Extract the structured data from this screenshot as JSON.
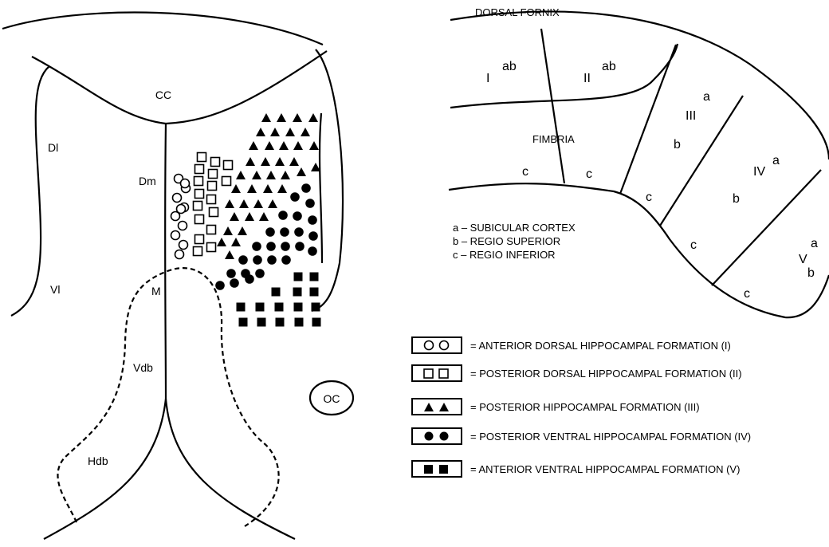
{
  "septum": {
    "labels": {
      "cc": "CC",
      "dl": "Dl",
      "dm": "Dm",
      "vl": "Vl",
      "m": "M",
      "vdb": "Vdb",
      "hdb": "Hdb",
      "oc": "OC"
    }
  },
  "hippocampus": {
    "dorsal_fornix": "DORSAL FORNIX",
    "fimbria": "FIMBRIA",
    "regions": [
      {
        "numeral": "I",
        "sub": "ab"
      },
      {
        "numeral": "II",
        "sub": "ab"
      },
      {
        "numeral": "III",
        "a": "a",
        "b": "b"
      },
      {
        "numeral": "IV",
        "a": "a",
        "b": "b"
      },
      {
        "numeral": "V",
        "a": "a",
        "b": "b"
      }
    ],
    "c_labels": [
      "c",
      "c",
      "c",
      "c",
      "c"
    ],
    "key": [
      "a – SUBICULAR CORTEX",
      "b – REGIO SUPERIOR",
      "c – REGIO INFERIOR"
    ]
  },
  "legend": [
    {
      "marker": "open-circle",
      "label": "= ANTERIOR DORSAL HIPPOCAMPAL FORMATION (I)"
    },
    {
      "marker": "open-square",
      "label": "= POSTERIOR DORSAL HIPPOCAMPAL FORMATION (II)"
    },
    {
      "marker": "filled-triangle",
      "label": "= POSTERIOR HIPPOCAMPAL FORMATION (III)"
    },
    {
      "marker": "filled-circle",
      "label": "= POSTERIOR VENTRAL HIPPOCAMPAL FORMATION (IV)"
    },
    {
      "marker": "filled-square",
      "label": "= ANTERIOR VENTRAL HIPPOCAMPAL FORMATION (V)"
    }
  ]
}
